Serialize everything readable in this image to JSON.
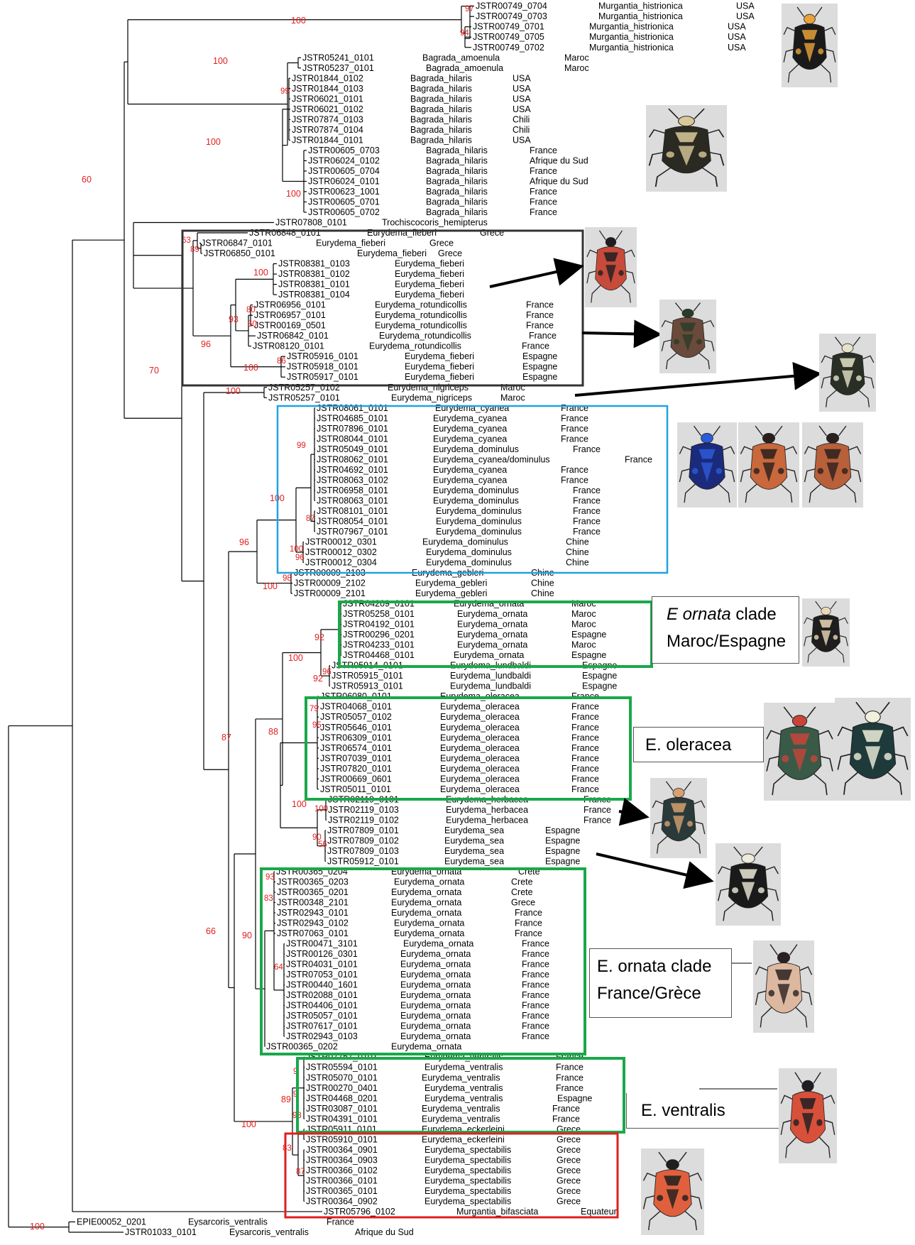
{
  "tips": [
    {
      "id": "JSTR00749_0704",
      "sp": "Murgantia_histrionica",
      "loc": "USA"
    },
    {
      "id": "JSTR00749_0703",
      "sp": "Murgantia_histrionica",
      "loc": "USA"
    },
    {
      "id": "JSTR00749_0701",
      "sp": "Murgantia_histrionica",
      "loc": "USA"
    },
    {
      "id": "JSTR00749_0705",
      "sp": "Murgantia_histrionica",
      "loc": "USA"
    },
    {
      "id": "JSTR00749_0702",
      "sp": "Murgantia_histrionica",
      "loc": "USA"
    },
    {
      "id": "JSTR05241_0101",
      "sp": "Bagrada_amoenula",
      "loc": "Maroc"
    },
    {
      "id": "JSTR05237_0101",
      "sp": "Bagrada_amoenula",
      "loc": "Maroc"
    },
    {
      "id": "JSTR01844_0102",
      "sp": "Bagrada_hilaris",
      "loc": "USA"
    },
    {
      "id": "JSTR01844_0103",
      "sp": "Bagrada_hilaris",
      "loc": "USA"
    },
    {
      "id": "JSTR06021_0101",
      "sp": "Bagrada_hilaris",
      "loc": "USA"
    },
    {
      "id": "JSTR06021_0102",
      "sp": "Bagrada_hilaris",
      "loc": "USA"
    },
    {
      "id": "JSTR07874_0103",
      "sp": "Bagrada_hilaris",
      "loc": "Chili"
    },
    {
      "id": "JSTR07874_0104",
      "sp": "Bagrada_hilaris",
      "loc": "Chili"
    },
    {
      "id": "JSTR01844_0101",
      "sp": "Bagrada_hilaris",
      "loc": "USA"
    },
    {
      "id": "JSTR00605_0703",
      "sp": "Bagrada_hilaris",
      "loc": "France"
    },
    {
      "id": "JSTR06024_0102",
      "sp": "Bagrada_hilaris",
      "loc": "Afrique    du   Sud"
    },
    {
      "id": "JSTR00605_0704",
      "sp": "Bagrada_hilaris",
      "loc": "France"
    },
    {
      "id": "JSTR06024_0101",
      "sp": "Bagrada_hilaris",
      "loc": "Afrique    du   Sud"
    },
    {
      "id": "JSTR00623_1001",
      "sp": "Bagrada_hilaris",
      "loc": "France"
    },
    {
      "id": "JSTR00605_0701",
      "sp": "Bagrada_hilaris",
      "loc": "France"
    },
    {
      "id": "JSTR00605_0702",
      "sp": "Bagrada_hilaris",
      "loc": "France"
    },
    {
      "id": "JSTR07808_0101",
      "sp": "Trochiscocoris_hemipterus",
      "loc": ""
    },
    {
      "id": "JSTR06848_0101",
      "sp": "Eurydema_fieberi",
      "loc": "Grece"
    },
    {
      "id": "JSTR06847_0101",
      "sp": "Eurydema_fieberi",
      "loc": "Grece"
    },
    {
      "id": "JSTR06850_0101",
      "sp": "Eurydema_fieberi",
      "loc": "Grece"
    },
    {
      "id": "JSTR08381_0103",
      "sp": "Eurydema_fieberi",
      "loc": ""
    },
    {
      "id": "JSTR08381_0102",
      "sp": "Eurydema_fieberi",
      "loc": ""
    },
    {
      "id": "JSTR08381_0101",
      "sp": "Eurydema_fieberi",
      "loc": ""
    },
    {
      "id": "JSTR08381_0104",
      "sp": "Eurydema_fieberi",
      "loc": ""
    },
    {
      "id": "JSTR06956_0101",
      "sp": "Eurydema_rotundicollis",
      "loc": "France"
    },
    {
      "id": "JSTR06957_0101",
      "sp": "Eurydema_rotundicollis",
      "loc": "France"
    },
    {
      "id": "JSTR00169_0501",
      "sp": "Eurydema_rotundicollis",
      "loc": "France"
    },
    {
      "id": "JSTR06842_0101",
      "sp": "Eurydema_rotundicollis",
      "loc": "France"
    },
    {
      "id": "JSTR08120_0101",
      "sp": "Eurydema_rotundicollis",
      "loc": "France"
    },
    {
      "id": "JSTR05916_0101",
      "sp": "Eurydema_fieberi",
      "loc": "Espagne"
    },
    {
      "id": "JSTR05918_0101",
      "sp": "Eurydema_fieberi",
      "loc": "Espagne"
    },
    {
      "id": "JSTR05917_0101",
      "sp": "Eurydema_fieberi",
      "loc": "Espagne"
    },
    {
      "id": "JSTR05257_0102",
      "sp": "Eurydema_nigriceps",
      "loc": "Maroc"
    },
    {
      "id": "JSTR05257_0101",
      "sp": "Eurydema_nigriceps",
      "loc": "Maroc"
    },
    {
      "id": "JSTR08061_0101",
      "sp": "Eurydema_cyanea",
      "loc": "France"
    },
    {
      "id": "JSTR04685_0101",
      "sp": "Eurydema_cyanea",
      "loc": "France"
    },
    {
      "id": "JSTR07896_0101",
      "sp": "Eurydema_cyanea",
      "loc": "France"
    },
    {
      "id": "JSTR08044_0101",
      "sp": "Eurydema_cyanea",
      "loc": "France"
    },
    {
      "id": "JSTR05049_0101",
      "sp": "Eurydema_dominulus",
      "loc": "France"
    },
    {
      "id": "JSTR08062_0101",
      "sp": "Eurydema_cyanea/dominulus",
      "loc": "France"
    },
    {
      "id": "JSTR04692_0101",
      "sp": "Eurydema_cyanea",
      "loc": "France"
    },
    {
      "id": "JSTR08063_0102",
      "sp": "Eurydema_cyanea",
      "loc": "France"
    },
    {
      "id": "JSTR06958_0101",
      "sp": "Eurydema_dominulus",
      "loc": "France"
    },
    {
      "id": "JSTR08063_0101",
      "sp": "Eurydema_dominulus",
      "loc": "France"
    },
    {
      "id": "JSTR08101_0101",
      "sp": "Eurydema_dominulus",
      "loc": "France"
    },
    {
      "id": "JSTR08054_0101",
      "sp": "Eurydema_dominulus",
      "loc": "France"
    },
    {
      "id": "JSTR07967_0101",
      "sp": "Eurydema_dominulus",
      "loc": "France"
    },
    {
      "id": "JSTR00012_0301",
      "sp": "Eurydema_dominulus",
      "loc": "Chine"
    },
    {
      "id": "JSTR00012_0302",
      "sp": "Eurydema_dominulus",
      "loc": "Chine"
    },
    {
      "id": "JSTR00012_0304",
      "sp": "Eurydema_dominulus",
      "loc": "Chine"
    },
    {
      "id": "JSTR00009_2103",
      "sp": "Eurydema_gebleri",
      "loc": "Chine"
    },
    {
      "id": "JSTR00009_2102",
      "sp": "Eurydema_gebleri",
      "loc": "Chine"
    },
    {
      "id": "JSTR00009_2101",
      "sp": "Eurydema_gebleri",
      "loc": "Chine"
    },
    {
      "id": "JSTR04209_0101",
      "sp": "Eurydema_ornata",
      "loc": "Maroc"
    },
    {
      "id": "JSTR05258_0101",
      "sp": "Eurydema_ornata",
      "loc": "Maroc"
    },
    {
      "id": "JSTR04192_0101",
      "sp": "Eurydema_ornata",
      "loc": "Maroc"
    },
    {
      "id": "JSTR00296_0201",
      "sp": "Eurydema_ornata",
      "loc": "Espagne"
    },
    {
      "id": "JSTR04233_0101",
      "sp": "Eurydema_ornata",
      "loc": "Maroc"
    },
    {
      "id": "JSTR04468_0101",
      "sp": "Eurydema_ornata",
      "loc": "Espagne"
    },
    {
      "id": "JSTR05914_0101",
      "sp": "Eurydema_lundbaldi",
      "loc": "Espagne"
    },
    {
      "id": "JSTR05915_0101",
      "sp": "Eurydema_lundbaldi",
      "loc": "Espagne"
    },
    {
      "id": "JSTR05913_0101",
      "sp": "Eurydema_lundbaldi",
      "loc": "Espagne"
    },
    {
      "id": "JSTR06080_0101",
      "sp": "Eurydema_oleracea",
      "loc": "France"
    },
    {
      "id": "JSTR04068_0101",
      "sp": "Eurydema_oleracea",
      "loc": "France"
    },
    {
      "id": "JSTR05057_0102",
      "sp": "Eurydema_oleracea",
      "loc": "France"
    },
    {
      "id": "JSTR05646_0101",
      "sp": "Eurydema_oleracea",
      "loc": "France"
    },
    {
      "id": "JSTR06309_0101",
      "sp": "Eurydema_oleracea",
      "loc": "France"
    },
    {
      "id": "JSTR06574_0101",
      "sp": "Eurydema_oleracea",
      "loc": "France"
    },
    {
      "id": "JSTR07039_0101",
      "sp": "Eurydema_oleracea",
      "loc": "France"
    },
    {
      "id": "JSTR07820_0101",
      "sp": "Eurydema_oleracea",
      "loc": "France"
    },
    {
      "id": "JSTR00669_0601",
      "sp": "Eurydema_oleracea",
      "loc": "France"
    },
    {
      "id": "JSTR05011_0101",
      "sp": "Eurydema_oleracea",
      "loc": "France"
    },
    {
      "id": "JSTR02119_0101",
      "sp": "Eurydema_herbacea",
      "loc": "France"
    },
    {
      "id": "JSTR02119_0103",
      "sp": "Eurydema_herbacea",
      "loc": "France"
    },
    {
      "id": "JSTR02119_0102",
      "sp": "Eurydema_herbacea",
      "loc": "France"
    },
    {
      "id": "JSTR07809_0101",
      "sp": "Eurydema_sea",
      "loc": "Espagne"
    },
    {
      "id": "JSTR07809_0102",
      "sp": "Eurydema_sea",
      "loc": "Espagne"
    },
    {
      "id": "JSTR07809_0103",
      "sp": "Eurydema_sea",
      "loc": "Espagne"
    },
    {
      "id": "JSTR05912_0101",
      "sp": "Eurydema_sea",
      "loc": "Espagne"
    },
    {
      "id": "JSTR00365_0204",
      "sp": "Eurydema_ornata",
      "loc": "Crete"
    },
    {
      "id": "JSTR00365_0203",
      "sp": "Eurydema_ornata",
      "loc": "Crete"
    },
    {
      "id": "JSTR00365_0201",
      "sp": "Eurydema_ornata",
      "loc": "Crete"
    },
    {
      "id": "JSTR00348_2101",
      "sp": "Eurydema_ornata",
      "loc": "Grece"
    },
    {
      "id": "JSTR02943_0101",
      "sp": "Eurydema_ornata",
      "loc": "France"
    },
    {
      "id": "JSTR02943_0102",
      "sp": "Eurydema_ornata",
      "loc": "France"
    },
    {
      "id": "JSTR07063_0101",
      "sp": "Eurydema_ornata",
      "loc": "France"
    },
    {
      "id": "JSTR00471_3101",
      "sp": "Eurydema_ornata",
      "loc": "France"
    },
    {
      "id": "JSTR00126_0301",
      "sp": "Eurydema_ornata",
      "loc": "France"
    },
    {
      "id": "JSTR04031_0101",
      "sp": "Eurydema_ornata",
      "loc": "France"
    },
    {
      "id": "JSTR07053_0101",
      "sp": "Eurydema_ornata",
      "loc": "France"
    },
    {
      "id": "JSTR00440_1601",
      "sp": "Eurydema_ornata",
      "loc": "France"
    },
    {
      "id": "JSTR02088_0101",
      "sp": "Eurydema_ornata",
      "loc": "France"
    },
    {
      "id": "JSTR04406_0101",
      "sp": "Eurydema_ornata",
      "loc": "France"
    },
    {
      "id": "JSTR05057_0101",
      "sp": "Eurydema_ornata",
      "loc": "France"
    },
    {
      "id": "JSTR07617_0101",
      "sp": "Eurydema_ornata",
      "loc": "France"
    },
    {
      "id": "JSTR02943_0103",
      "sp": "Eurydema_ornata",
      "loc": "France"
    },
    {
      "id": "JSTR00365_0202",
      "sp": "Eurydema_ornata",
      "loc": "Crete"
    },
    {
      "id": "JSTR07757_0101",
      "sp": "Eurydema_ventralis",
      "loc": "France"
    },
    {
      "id": "JSTR05594_0101",
      "sp": "Eurydema_ventralis",
      "loc": "France"
    },
    {
      "id": "JSTR05070_0101",
      "sp": "Eurydema_ventralis",
      "loc": "France"
    },
    {
      "id": "JSTR00270_0401",
      "sp": "Eurydema_ventralis",
      "loc": "France"
    },
    {
      "id": "JSTR04468_0201",
      "sp": "Eurydema_ventralis",
      "loc": "Espagne"
    },
    {
      "id": "JSTR03087_0101",
      "sp": "Eurydema_ventralis",
      "loc": "France"
    },
    {
      "id": "JSTR04391_0101",
      "sp": "Eurydema_ventralis",
      "loc": "France"
    },
    {
      "id": "JSTR05911_0101",
      "sp": "Eurydema_eckerleini",
      "loc": "Grece"
    },
    {
      "id": "JSTR05910_0101",
      "sp": "Eurydema_eckerleini",
      "loc": "Grece"
    },
    {
      "id": "JSTR00364_0901",
      "sp": "Eurydema_spectabilis",
      "loc": "Grece"
    },
    {
      "id": "JSTR00364_0903",
      "sp": "Eurydema_spectabilis",
      "loc": "Grece"
    },
    {
      "id": "JSTR00366_0102",
      "sp": "Eurydema_spectabilis",
      "loc": "Grece"
    },
    {
      "id": "JSTR00366_0101",
      "sp": "Eurydema_spectabilis",
      "loc": "Grece"
    },
    {
      "id": "JSTR00365_0101",
      "sp": "Eurydema_spectabilis",
      "loc": "Grece"
    },
    {
      "id": "JSTR00364_0902",
      "sp": "Eurydema_spectabilis",
      "loc": "Grece"
    },
    {
      "id": "JSTR05796_0102",
      "sp": "Murgantia_bifasciata",
      "loc": "Equateur"
    },
    {
      "id": "EPIE00052_0201",
      "sp": "Eysarcoris_ventralis",
      "loc": "France"
    },
    {
      "id": "JSTR01033_0101",
      "sp": "Eysarcoris_ventralis",
      "loc": "Afrique      du   Sud"
    }
  ],
  "bootstrap": {
    "b100_murg": "100",
    "b97": "97",
    "b94": "94",
    "b100_bag": "100",
    "b99_bag": "99",
    "b100_hil": "100",
    "b100_hil2": "100",
    "b60": "60",
    "b63": "63",
    "b89_f": "89",
    "b100_f": "100",
    "b80_r": "80",
    "b93_r": "93",
    "b50_r": "50",
    "b96_f": "96",
    "b86_f": "86",
    "b100_f2": "100",
    "b70": "70",
    "b100_nig": "100",
    "b99_cy": "99",
    "b100_cy": "100",
    "b87_cy": "87",
    "b96_cy": "96",
    "b100_ch": "100",
    "b96_ch": "96",
    "b98_geb": "98",
    "b100_geb": "100",
    "b92_orn": "92",
    "b100_orn": "100",
    "b96_lu": "96",
    "b92_lu": "92",
    "b88": "88",
    "b79_ol": "79",
    "b95_ol": "95",
    "b87": "87",
    "b100_he": "100",
    "b100_he2": "100",
    "b90_sea": "90",
    "b56_sea": "56",
    "b93_orn2": "93",
    "b83_orn2": "83",
    "b90_orn2": "90",
    "b64_orn2": "64",
    "b66": "66",
    "b9_ve": "9",
    "b89_ve": "89",
    "b9_ve2": "9",
    "b93_ve": "93",
    "b100_ve": "100",
    "b83_ec": "83",
    "b87_ec": "87",
    "b100_root": "100"
  },
  "callouts": {
    "ornata_maroc_line1_em": "E ornata",
    "ornata_maroc_line1_rest": " clade",
    "ornata_maroc_line2": "Maroc/Espagne",
    "oleracea": "E. oleracea",
    "ornata_fr_line1": "E. ornata clade",
    "ornata_fr_line2": "France/Grèce",
    "ventralis": "E. ventralis"
  },
  "colors": {
    "support": "#e21e1e",
    "box_dark": "#333333",
    "box_blue": "#1fa3e0",
    "box_green": "#1aa84a",
    "box_red": "#e21e1e"
  }
}
